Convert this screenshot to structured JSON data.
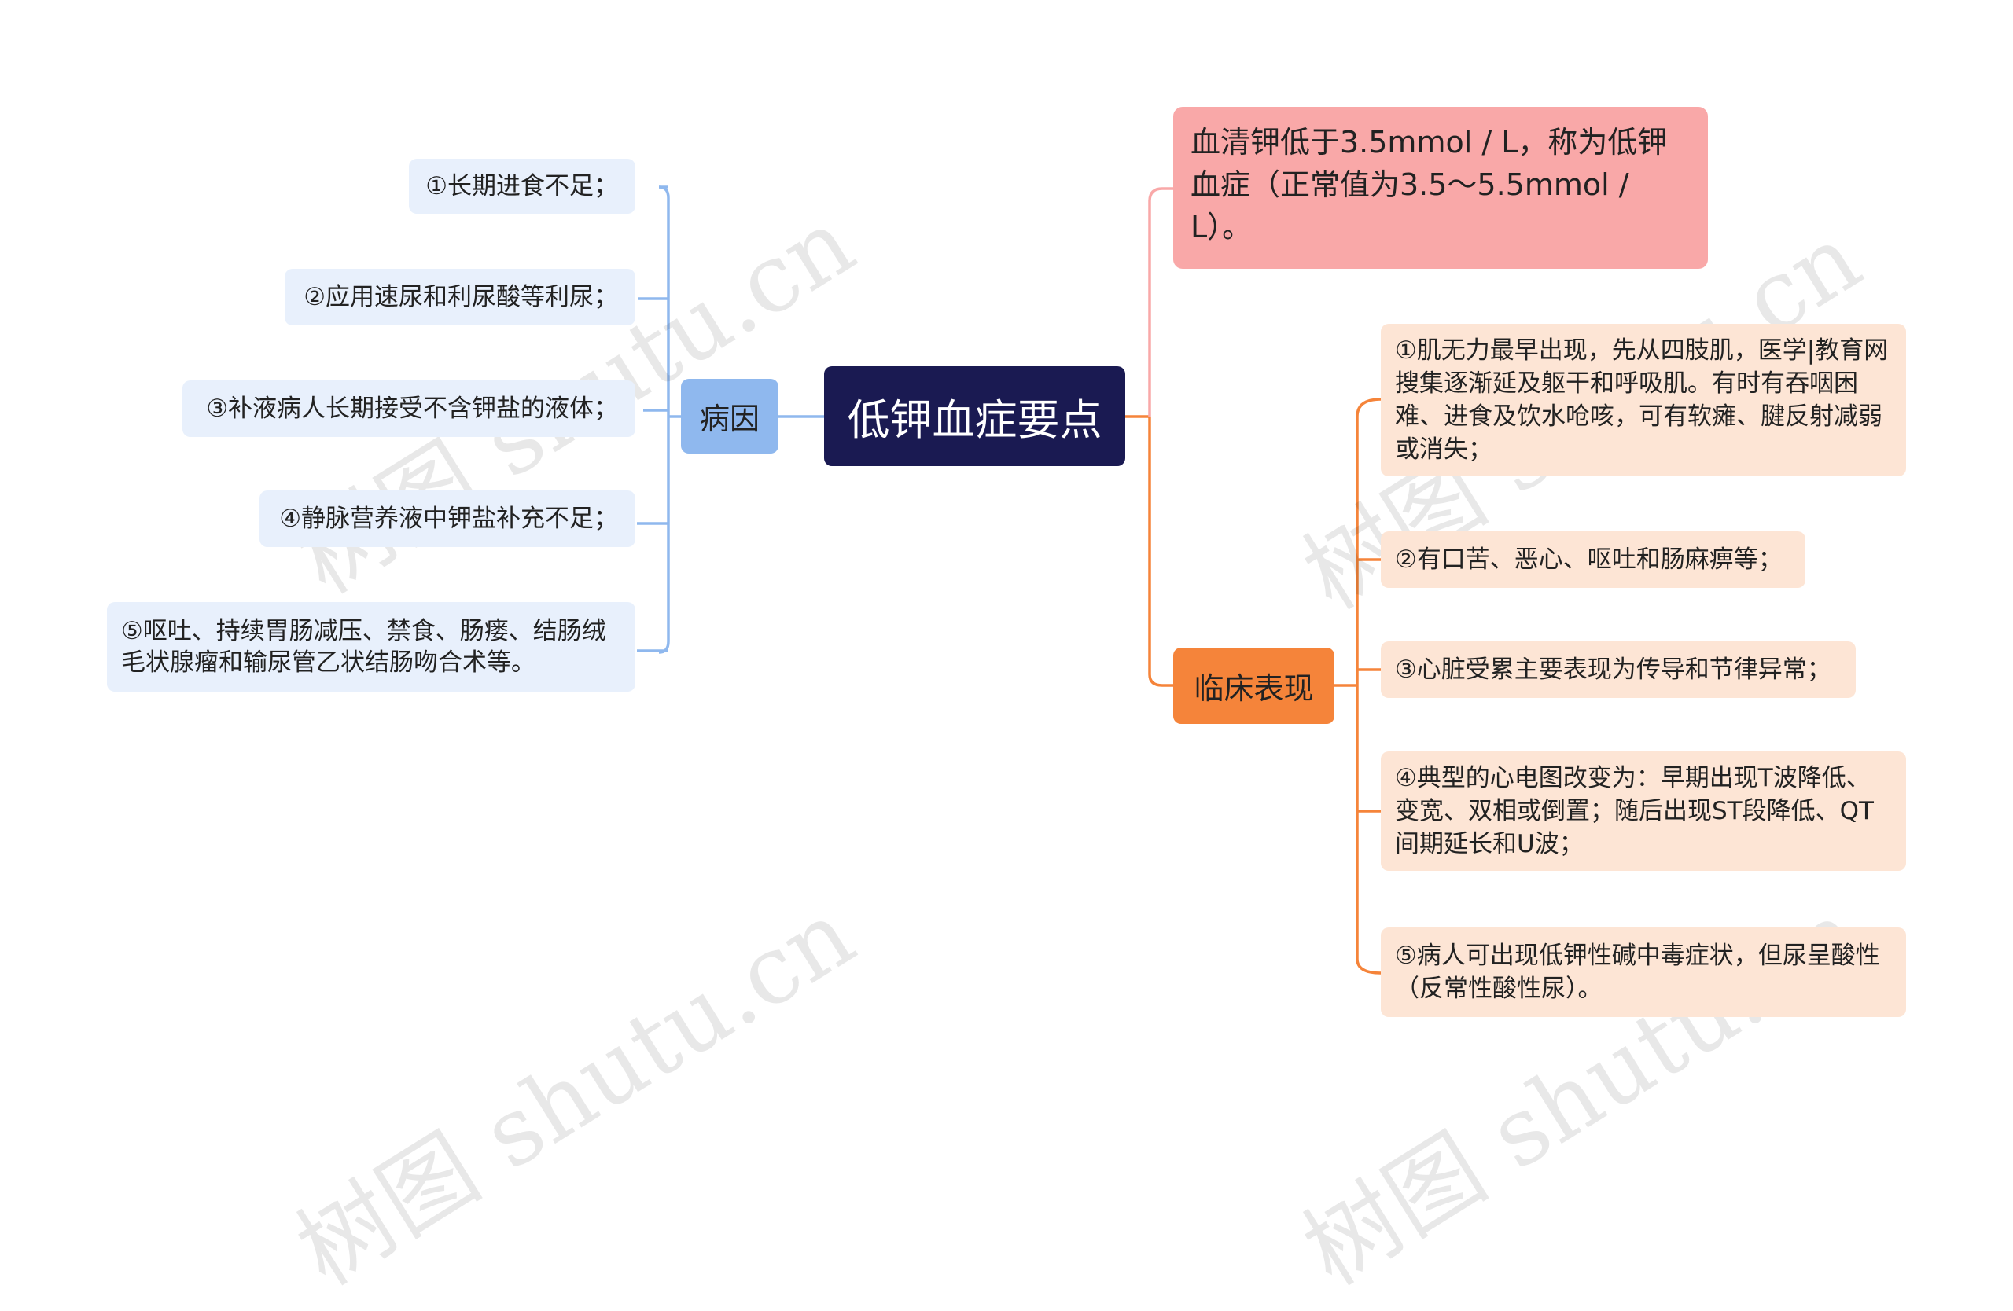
{
  "root": "低钾血症要点",
  "branches": {
    "cause": {
      "label": "病因",
      "items": [
        "①长期进食不足；",
        "②应用速尿和利尿酸等利尿；",
        "③补液病人长期接受不含钾盐的液体；",
        "④静脉营养液中钾盐补充不足；",
        "⑤呕吐、持续胃肠减压、禁食、肠瘘、结肠绒毛状腺瘤和输尿管乙状结肠吻合术等。"
      ]
    },
    "definition": "血清钾低于3.5mmol / L，称为低钾血症（正常值为3.5～5.5mmol / L）。",
    "clinical": {
      "label": "临床表现",
      "items": [
        "①肌无力最早出现，先从四肢肌，医学|教育网搜集逐渐延及躯干和呼吸肌。有时有吞咽困难、进食及饮水呛咳，可有软瘫、腱反射减弱或消失；",
        "②有口苦、恶心、呕吐和肠麻痹等；",
        "③心脏受累主要表现为传导和节律异常；",
        "④典型的心电图改变为：早期出现T波降低、变宽、双相或倒置；随后出现ST段降低、QT间期延长和U波；",
        "⑤病人可出现低钾性碱中毒症状，但尿呈酸性（反常性酸性尿）。"
      ]
    }
  },
  "watermark": "树图 shutu.cn",
  "colors": {
    "root": "#1a1a52",
    "cause_branch": "#8fb8ee",
    "cause_leaf": "#e8f0fc",
    "definition": "#f9a8a8",
    "clinical_branch": "#f5843a",
    "clinical_leaf": "#fde5d5"
  }
}
